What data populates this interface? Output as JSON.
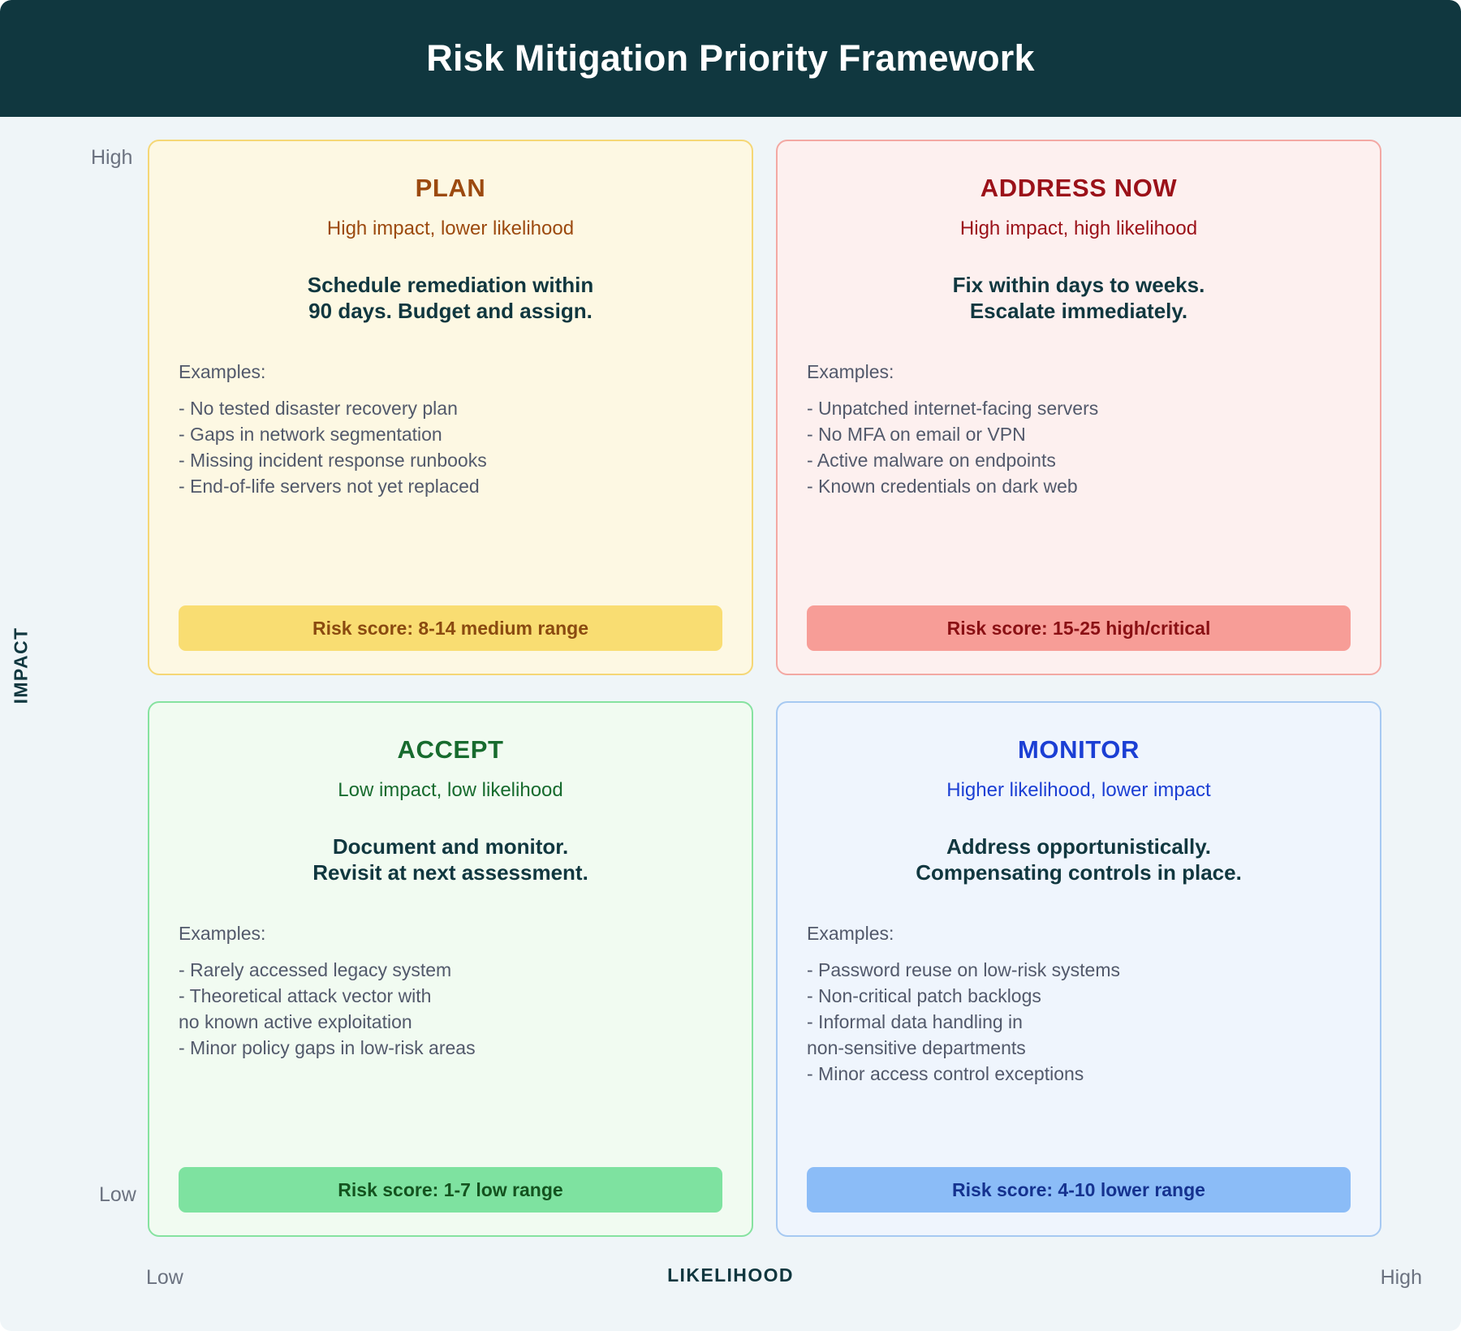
{
  "header": {
    "title": "Risk Mitigation Priority Framework",
    "background_color": "#10373f",
    "text_color": "#ffffff"
  },
  "axes": {
    "y_label": "IMPACT",
    "x_label": "LIKELIHOOD",
    "y_high": "High",
    "y_low": "Low",
    "x_low": "Low",
    "x_high": "High",
    "axis_label_color": "#10373f",
    "tick_color": "#6b7280"
  },
  "page": {
    "background_color": "#eff5f8"
  },
  "quadrants": [
    {
      "key": "plan",
      "position": "top-left",
      "title": "PLAN",
      "subtitle": "High impact, lower likelihood",
      "action": "Schedule remediation within\n90 days. Budget and assign.",
      "examples_label": "Examples:",
      "examples": [
        "- No tested disaster recovery plan",
        "- Gaps in network segmentation",
        "- Missing incident response runbooks",
        "- End-of-life servers not yet replaced"
      ],
      "score": "Risk score: 8-14 medium range",
      "colors": {
        "background": "#fdf8e3",
        "border": "#f5d776",
        "title": "#9c4a0f",
        "score_background": "#f9dd72",
        "score_text": "#8a4a10"
      }
    },
    {
      "key": "address",
      "position": "top-right",
      "title": "ADDRESS NOW",
      "subtitle": "High impact, high likelihood",
      "action": "Fix within days to weeks.\nEscalate immediately.",
      "examples_label": "Examples:",
      "examples": [
        "- Unpatched internet-facing servers",
        "- No MFA on email or VPN",
        "- Active malware on endpoints",
        "- Known credentials on dark web"
      ],
      "score": "Risk score: 15-25 high/critical",
      "colors": {
        "background": "#fdf0ef",
        "border": "#f3a8a3",
        "title": "#9b1119",
        "score_background": "#f79d97",
        "score_text": "#8a1014"
      }
    },
    {
      "key": "accept",
      "position": "bottom-left",
      "title": "ACCEPT",
      "subtitle": "Low impact, low likelihood",
      "action": "Document and monitor.\nRevisit at next assessment.",
      "examples_label": "Examples:",
      "examples": [
        "- Rarely accessed legacy system",
        "- Theoretical attack vector with\nno known active exploitation",
        "- Minor policy gaps in low-risk areas"
      ],
      "score": "Risk score: 1-7 low range",
      "colors": {
        "background": "#f1fbf1",
        "border": "#86e2a0",
        "title": "#176b2e",
        "score_background": "#7ee2a0",
        "score_text": "#14531f"
      }
    },
    {
      "key": "monitor",
      "position": "bottom-right",
      "title": "MONITOR",
      "subtitle": "Higher likelihood, lower impact",
      "action": "Address opportunistically.\nCompensating controls in place.",
      "examples_label": "Examples:",
      "examples": [
        "- Password reuse on low-risk systems",
        "- Non-critical patch backlogs",
        "- Informal data handling in\nnon-sensitive departments",
        "- Minor access control exceptions"
      ],
      "score": "Risk score: 4-10 lower range",
      "colors": {
        "background": "#eff5fd",
        "border": "#a6c9f2",
        "title": "#1b3fd4",
        "score_background": "#8bbcf7",
        "score_text": "#15328f"
      }
    }
  ]
}
